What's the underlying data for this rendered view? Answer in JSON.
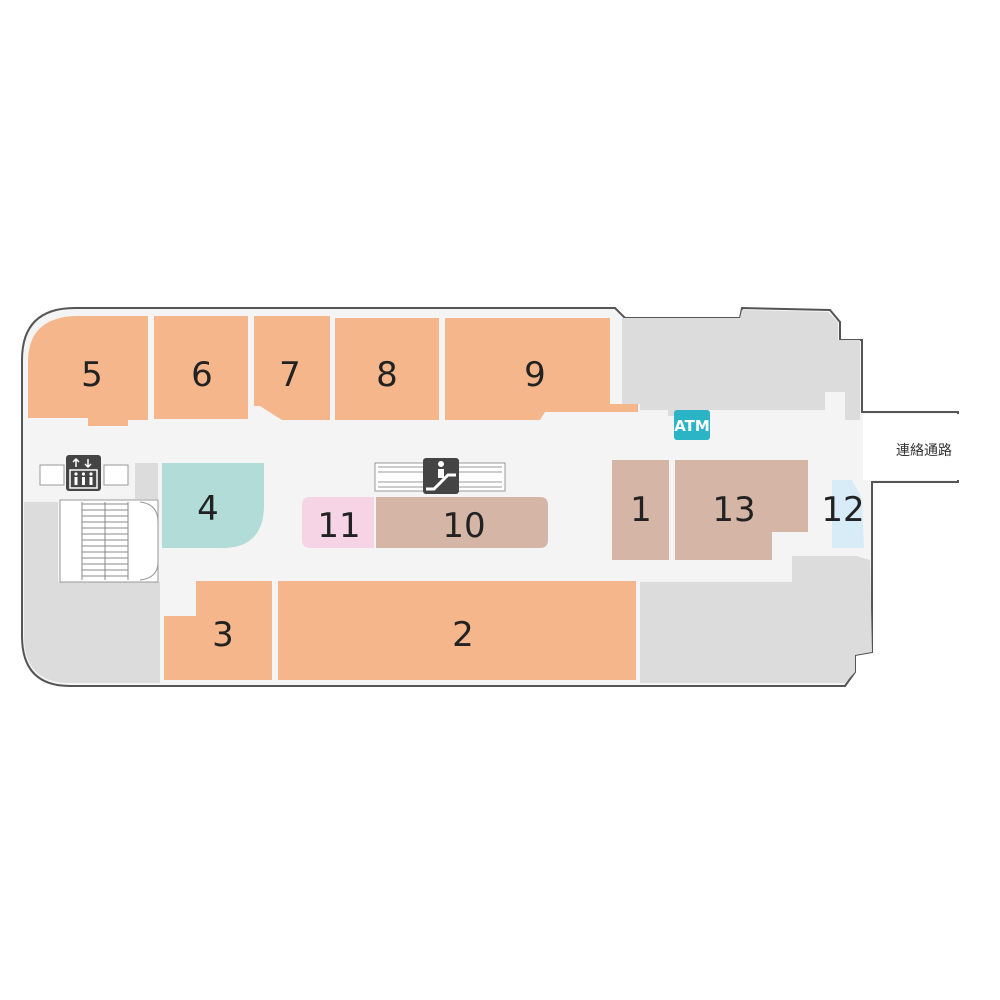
{
  "colors": {
    "shop_orange": "#f5b68c",
    "shop_brown": "#d4b5a6",
    "shop_teal": "#b2dcd7",
    "shop_pink": "#f6d4e6",
    "shop_lightblue": "#d8ecf7",
    "service_gray": "#dcdcdc",
    "corridor": "#f4f4f4",
    "outline": "#555555",
    "atm_bg": "#2bb3c6",
    "icon_dark": "#444444"
  },
  "shops": [
    {
      "id": "5",
      "label": "5"
    },
    {
      "id": "6",
      "label": "6"
    },
    {
      "id": "7",
      "label": "7"
    },
    {
      "id": "8",
      "label": "8"
    },
    {
      "id": "9",
      "label": "9"
    },
    {
      "id": "4",
      "label": "4"
    },
    {
      "id": "11",
      "label": "11"
    },
    {
      "id": "10",
      "label": "10"
    },
    {
      "id": "1",
      "label": "1"
    },
    {
      "id": "13",
      "label": "13"
    },
    {
      "id": "12",
      "label": "12"
    },
    {
      "id": "3",
      "label": "3"
    },
    {
      "id": "2",
      "label": "2"
    }
  ],
  "atm": {
    "label": "ATM"
  },
  "corridor": {
    "label": "連絡通路"
  },
  "icons": {
    "elevator": "elevator-icon",
    "escalator": "escalator-icon",
    "stairs": "stairs-icon"
  }
}
